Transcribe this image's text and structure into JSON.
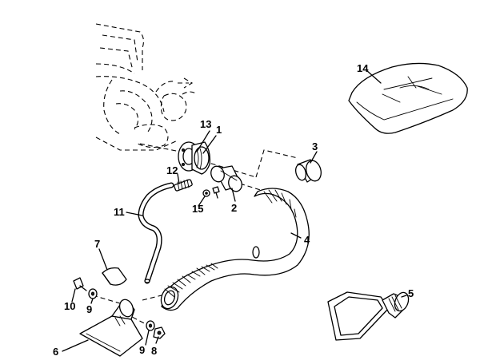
{
  "callouts": {
    "c1": "1",
    "c2": "2",
    "c3": "3",
    "c4": "4",
    "c5": "5",
    "c6": "6",
    "c7": "7",
    "c8": "8",
    "c9a": "9",
    "c9b": "9",
    "c10": "10",
    "c11": "11",
    "c12": "12",
    "c13": "13",
    "c14": "14",
    "c15": "15"
  }
}
